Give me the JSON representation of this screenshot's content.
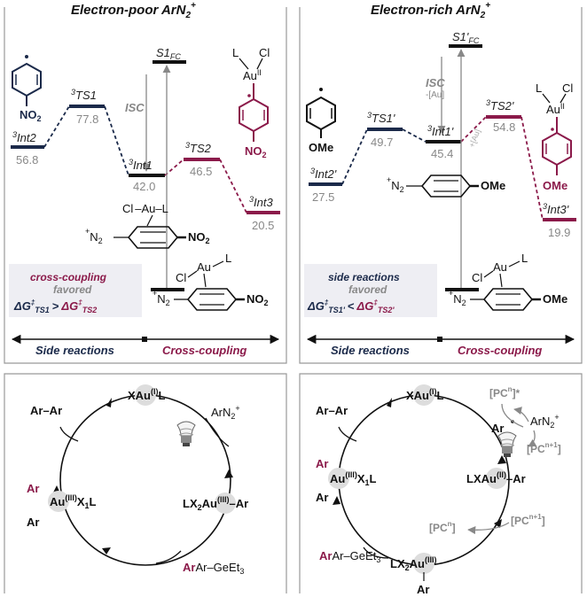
{
  "colors": {
    "navy": "#1b2a4a",
    "maroon": "#8b1a4a",
    "gray": "#888888",
    "boxfill": "#eeeef3",
    "circlefill": "#dddddd"
  },
  "left": {
    "title": "Electron-poor ArN",
    "title_sub": "2",
    "title_sup": "+",
    "states": {
      "int2": {
        "sup": "3",
        "name": "Int2",
        "energy": "56.8"
      },
      "ts1": {
        "sup": "3",
        "name": "TS1",
        "energy": "77.8"
      },
      "int1": {
        "sup": "3",
        "name": "Int1",
        "energy": "42.0"
      },
      "ts2": {
        "sup": "3",
        "name": "TS2",
        "energy": "46.5"
      },
      "int3": {
        "sup": "3",
        "name": "Int3",
        "energy": "20.5"
      },
      "s1fc": {
        "name": "S1",
        "sub": "FC"
      }
    },
    "isc": "ISC",
    "aryl_sub": "NO",
    "aryl_sub_n": "2",
    "au_label": "Au",
    "au_ox": "II",
    "l_label": "L",
    "cl_label": "Cl",
    "box": {
      "line1": "cross-coupling",
      "line2": "favored",
      "lhs": "TS1",
      "rhs": "TS2",
      "op": ">"
    },
    "axis": {
      "left": "Side reactions",
      "right": "Cross-coupling"
    }
  },
  "right": {
    "title": "Electron-rich ArN",
    "title_sub": "2",
    "title_sup": "+",
    "states": {
      "int2": {
        "sup": "3",
        "name": "Int2'",
        "energy": "27.5"
      },
      "ts1": {
        "sup": "3",
        "name": "TS1'",
        "energy": "49.7"
      },
      "int1": {
        "sup": "3",
        "name": "Int1'",
        "energy": "45.4"
      },
      "ts2": {
        "sup": "3",
        "name": "TS2'",
        "energy": "54.8"
      },
      "int3": {
        "sup": "3",
        "name": "Int3'",
        "energy": "19.9"
      },
      "s1fc": {
        "name": "S1'",
        "sub": "FC"
      }
    },
    "isc": "ISC",
    "isc_sub": "-[Au]",
    "au_annot": "+[Au]",
    "aryl_sub": "OMe",
    "box": {
      "line1": "side reactions",
      "line2": "favored",
      "lhs": "TS1'",
      "rhs": "TS2'",
      "op": "<"
    },
    "axis": {
      "left": "Side reactions",
      "right": "Cross-coupling"
    }
  },
  "cycle_left": {
    "xaul": "XAu",
    "xaul_ox": "(I)",
    "l": "L",
    "arn2": "ArN",
    "arn2_sub": "2",
    "arn2_sup": "+",
    "lx2au": "LX",
    "lx2au_sub": "2",
    "au": "Au",
    "au_ox3": "(III)",
    "ar": "Ar",
    "auiii_x1l": "X",
    "x_sub": "1",
    "arar": "Ar–Ar",
    "arget": "Ar–GeEt",
    "get_sub": "3"
  },
  "cycle_right": {
    "pcn_star": "[PC",
    "pcn_star_sup": "n",
    "pcn_star_tail": "]*",
    "pcn1": "[PC",
    "pcn1_sup": "n+1",
    "pcn_close": "]",
    "pcn": "[PC",
    "pcn_sup": "n",
    "au_ox2": "(II)"
  }
}
